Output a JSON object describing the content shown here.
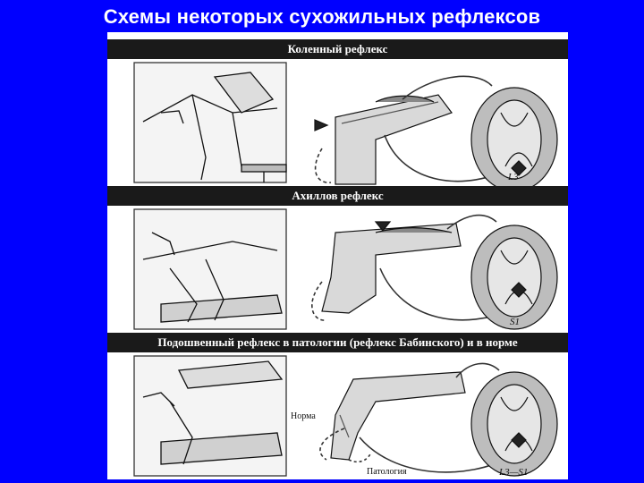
{
  "slide": {
    "title": "Схемы некоторых сухожильных рефлексов"
  },
  "figure": {
    "sections": [
      {
        "title": "Коленный рефлекс",
        "level_label": "L3"
      },
      {
        "title": "Ахиллов рефлекс",
        "level_label": "S1"
      },
      {
        "title": "Подошвенный рефлекс в патологии (рефлекс Бабинского) и в норме",
        "level_label": "L3—S1"
      }
    ],
    "labels": {
      "norm": "Норма",
      "pathology": "Патология"
    }
  }
}
